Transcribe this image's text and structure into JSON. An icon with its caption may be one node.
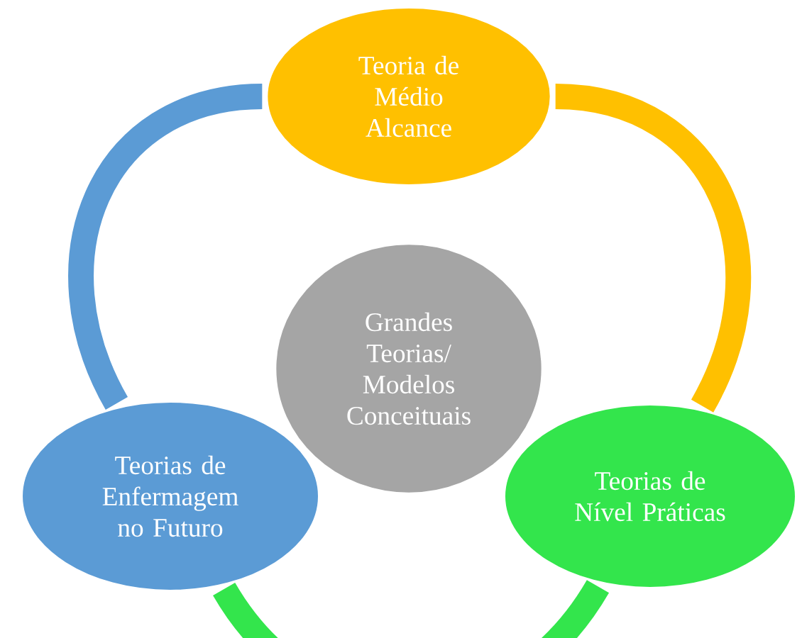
{
  "diagram": {
    "nodes": [
      {
        "text": [
          "Teoria de Médio Alcance"
        ]
      },
      {
        "text": [
          "Grandes Teorias/ Modelos Conceituais"
        ]
      },
      {
        "text": [
          "Teorias de Enfermagem no Futuro"
        ]
      },
      {
        "text": [
          "Teorias de Nível Práticas"
        ]
      }
    ],
    "edges": [
      {
        "from": 0,
        "to": 3,
        "arrow": "none",
        "color": "#ffc000"
      },
      {
        "from": 3,
        "to": 2,
        "arrow": "none",
        "color": "#33e54c"
      },
      {
        "from": 2,
        "to": 0,
        "arrow": "none",
        "color": "#5b9bd5"
      }
    ]
  }
}
